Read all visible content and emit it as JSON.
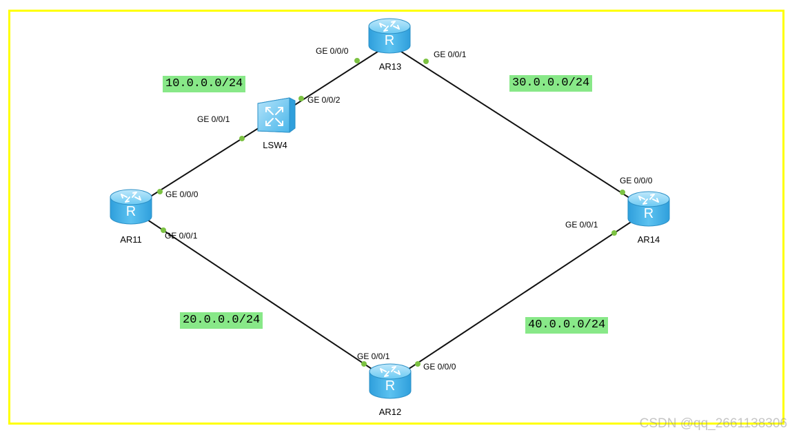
{
  "colors": {
    "frame": "#ffff00",
    "link": "#111111",
    "port_dot": "#7cc242",
    "subnet_bg": "#88e888",
    "router_body": "#4fb8ec"
  },
  "devices": {
    "ar11": {
      "name": "AR11",
      "icon": "router-icon"
    },
    "ar12": {
      "name": "AR12",
      "icon": "router-icon"
    },
    "ar13": {
      "name": "AR13",
      "icon": "router-icon"
    },
    "ar14": {
      "name": "AR14",
      "icon": "router-icon"
    },
    "lsw4": {
      "name": "LSW4",
      "icon": "switch-icon"
    }
  },
  "ports": {
    "ar13_g000": "GE 0/0/0",
    "ar13_g001": "GE 0/0/1",
    "lsw4_g002": "GE 0/0/2",
    "lsw4_g001": "GE 0/0/1",
    "ar11_g000": "GE 0/0/0",
    "ar11_g001": "GE 0/0/1",
    "ar14_g000": "GE 0/0/0",
    "ar14_g001": "GE 0/0/1",
    "ar12_g001": "GE 0/0/1",
    "ar12_g000": "GE 0/0/0"
  },
  "subnets": {
    "s10": "10.0.0.0/24",
    "s20": "20.0.0.0/24",
    "s30": "30.0.0.0/24",
    "s40": "40.0.0.0/24"
  },
  "watermark": "CSDN @qq_2661138306"
}
